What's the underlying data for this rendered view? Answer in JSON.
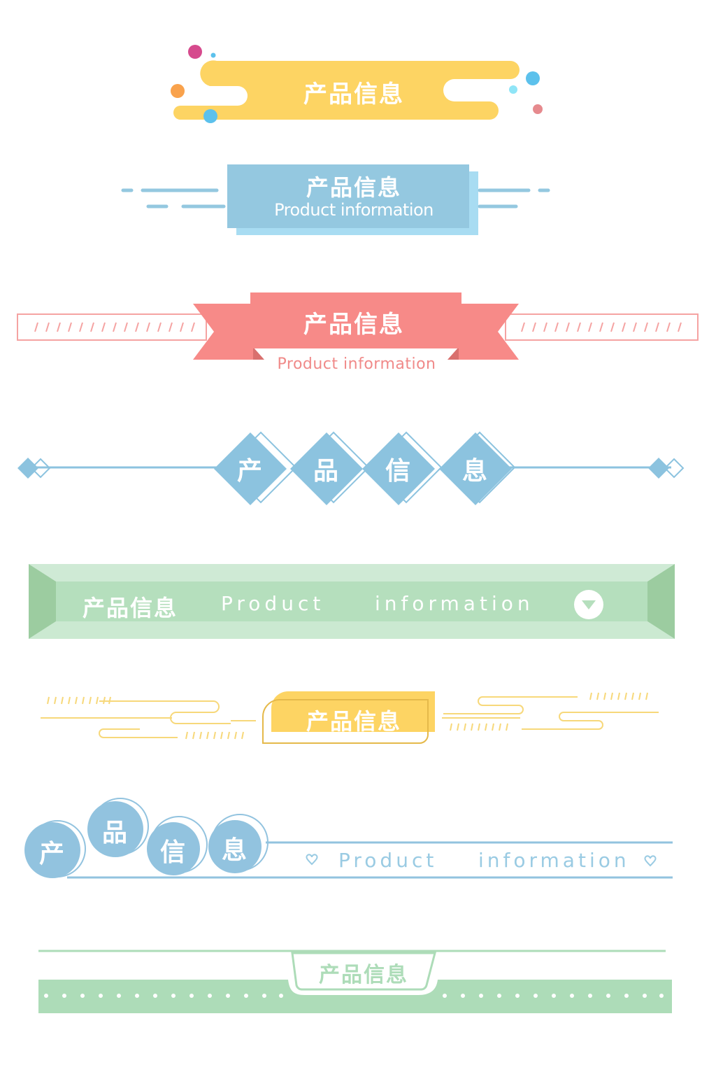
{
  "banners": [
    {
      "id": 1,
      "title": "产品信息",
      "colors": {
        "main": "#fdd463",
        "text": "#ffffff",
        "dot_pink": "#d64a8d",
        "dot_orange": "#f9a24c",
        "dot_blue": "#5cc1ec",
        "dot_cyan": "#8fe5f7",
        "dot_rose": "#e68a8e"
      }
    },
    {
      "id": 2,
      "title": "产品信息",
      "subtitle": "Product information",
      "colors": {
        "main": "#94c8e0",
        "shadow": "#a8dcf2",
        "line": "#94c8e0",
        "text": "#ffffff"
      }
    },
    {
      "id": 3,
      "title": "产品信息",
      "subtitle": "Product information",
      "colors": {
        "main": "#f78a88",
        "dark": "#d9706e",
        "outline": "#f5a3a2",
        "text": "#ffffff",
        "subtitle": "#f08a89"
      }
    },
    {
      "id": 4,
      "chars": [
        "产",
        "品",
        "信",
        "息"
      ],
      "colors": {
        "main": "#8cc3df",
        "line": "#8cc3df",
        "text": "#ffffff"
      }
    },
    {
      "id": 5,
      "title": "产品信息",
      "en_left": "Product",
      "en_right": "information",
      "icon": "triangle-down-icon",
      "colors": {
        "main": "#c9e8d0",
        "bevel": "#9ccca0",
        "text": "#ffffff"
      }
    },
    {
      "id": 6,
      "title": "产品信息",
      "colors": {
        "main": "#fdd463",
        "line": "#f7d87a",
        "outline": "#e5b94a",
        "text": "#ffffff"
      }
    },
    {
      "id": 7,
      "chars": [
        "产",
        "品",
        "信",
        "息"
      ],
      "en_left": "Product",
      "en_right": "information",
      "icon": "heart-icon",
      "colors": {
        "main": "#92c3df",
        "text": "#ffffff",
        "en": "#9acbe3"
      }
    },
    {
      "id": 8,
      "title": "产品信息",
      "colors": {
        "main": "#addcb8",
        "text": "#addcb8",
        "dots": "#ffffff"
      }
    }
  ]
}
